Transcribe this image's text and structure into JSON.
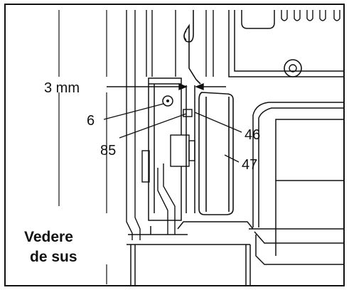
{
  "labels": {
    "gap": "3 mm",
    "part_6": "6",
    "part_85": "85",
    "part_46": "46",
    "part_47": "47"
  },
  "view_caption": {
    "line1": "Vedere",
    "line2": "de sus"
  }
}
